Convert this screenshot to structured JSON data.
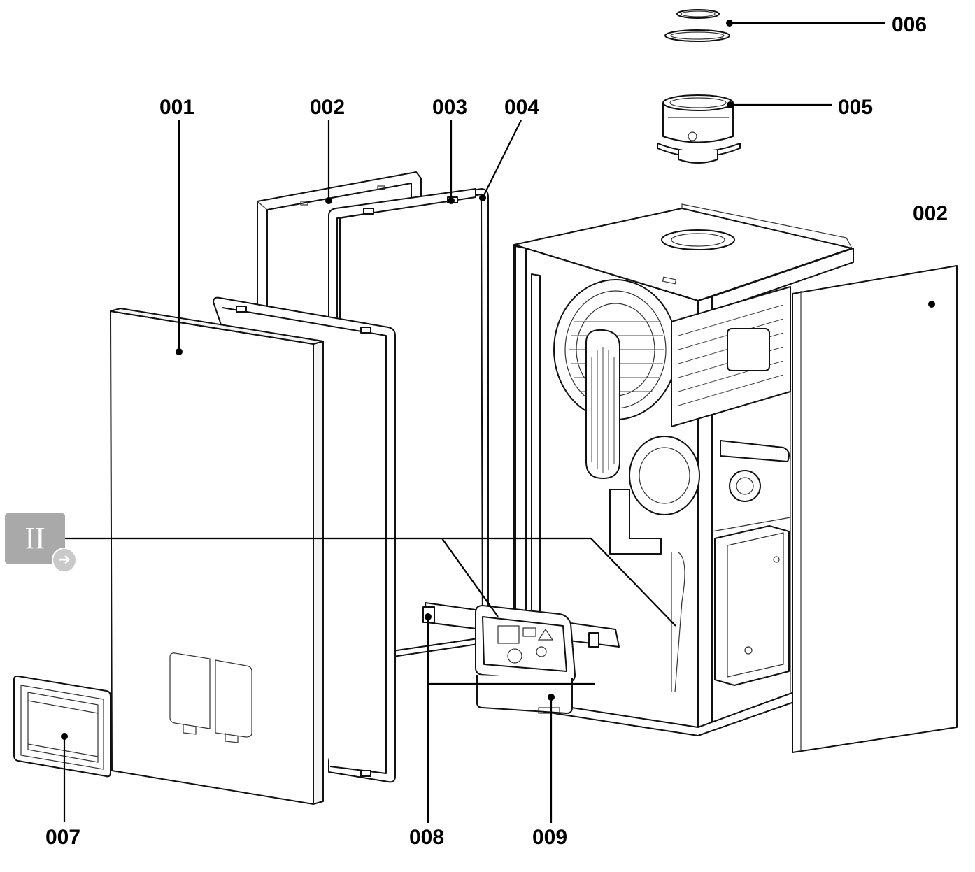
{
  "section_badge": {
    "label": "II",
    "arrow_icon": "arrow-right-circle-icon"
  },
  "labels": {
    "p001": "001",
    "p002a": "002",
    "p002b": "002",
    "p003": "003",
    "p004": "004",
    "p005": "005",
    "p006": "006",
    "p007": "007",
    "p008": "008",
    "p009": "009"
  }
}
